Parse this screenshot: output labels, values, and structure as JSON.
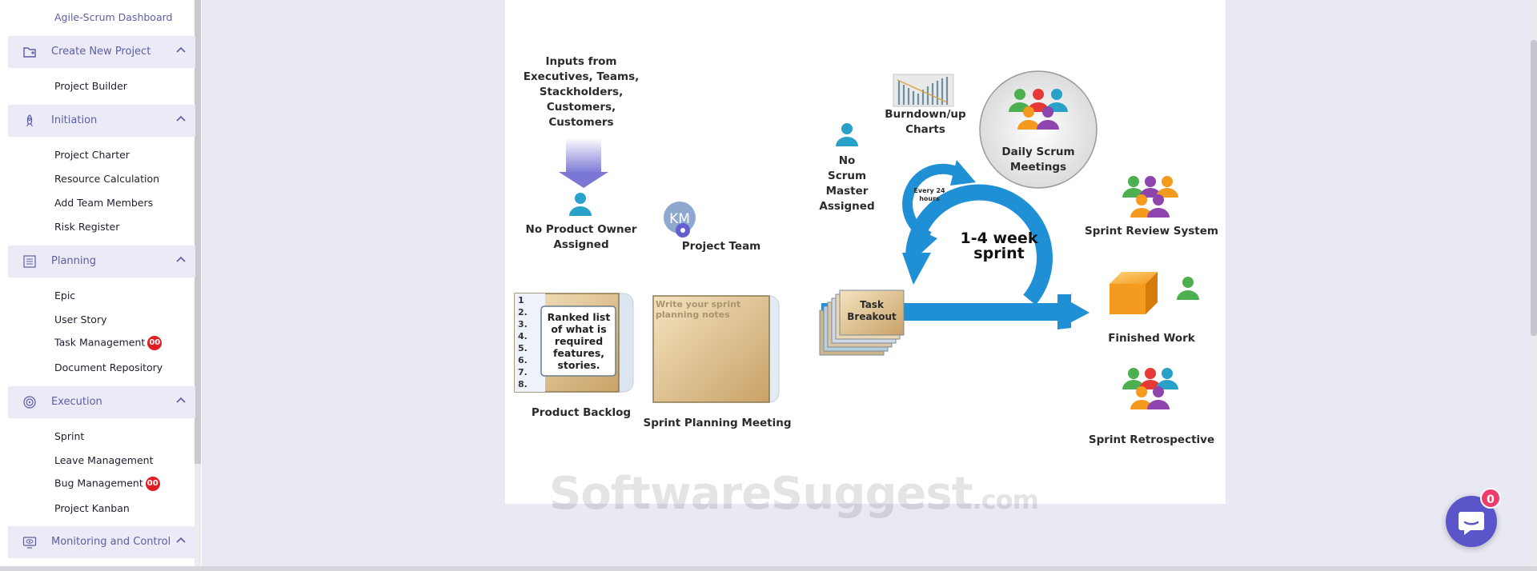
{
  "sidebar": {
    "top_link": "Agile-Scrum Dashboard",
    "sections": [
      {
        "label": "Create New Project",
        "items": [
          "Project Builder"
        ]
      },
      {
        "label": "Initiation",
        "items": [
          "Project Charter",
          "Resource Calculation",
          "Add Team Members",
          "Risk Register"
        ]
      },
      {
        "label": "Planning",
        "items": [
          "Epic",
          "User Story",
          "Task Management",
          "Document Repository"
        ]
      },
      {
        "label": "Execution",
        "items": [
          "Sprint",
          "Leave Management",
          "Bug Management",
          "Project Kanban"
        ]
      },
      {
        "label": "Monitoring and Control",
        "items": []
      }
    ],
    "badges": {
      "task_management": "00",
      "bug_management": "00"
    }
  },
  "diagram": {
    "inputs": [
      "Inputs from",
      "Executives, Teams,",
      "Stackholders,",
      "Customers,",
      "Customers"
    ],
    "product_owner": [
      "No Product Owner",
      "Assigned"
    ],
    "avatar_initials": "KM",
    "project_team": "Project Team",
    "scrum_master": [
      "No",
      "Scrum",
      "Master",
      "Assigned"
    ],
    "burndown": [
      "Burndown/up",
      "Charts"
    ],
    "daily_scrum": [
      "Daily Scrum",
      "Meetings"
    ],
    "every_24": [
      "Every 24",
      "hours"
    ],
    "sprint_label": [
      "1-4 week",
      "sprint"
    ],
    "sprint_review": "Sprint Review System",
    "finished_work": "Finished Work",
    "sprint_retro": "Sprint Retrospective",
    "backlog_numbers": [
      "1",
      "2.",
      "3.",
      "4.",
      "5.",
      "6.",
      "7.",
      "8."
    ],
    "backlog_note": [
      "Ranked list",
      "of what is",
      "required",
      "features,",
      "stories."
    ],
    "product_backlog": "Product Backlog",
    "planning_notes": [
      "Write your sprint",
      "planning notes"
    ],
    "sprint_planning": "Sprint Planning Meeting",
    "task_breakout": [
      "Task",
      "Breakout"
    ]
  },
  "watermark": {
    "main": "SoftwareSuggest",
    "suffix": ".com"
  },
  "chat": {
    "badge": "0"
  },
  "colors": {
    "accent": "#5b5ea6",
    "section_bg": "#ebeaf6",
    "badge": "#e11d24",
    "sprint_blue": "#1f8fd6",
    "chat": "#5a55c8"
  }
}
